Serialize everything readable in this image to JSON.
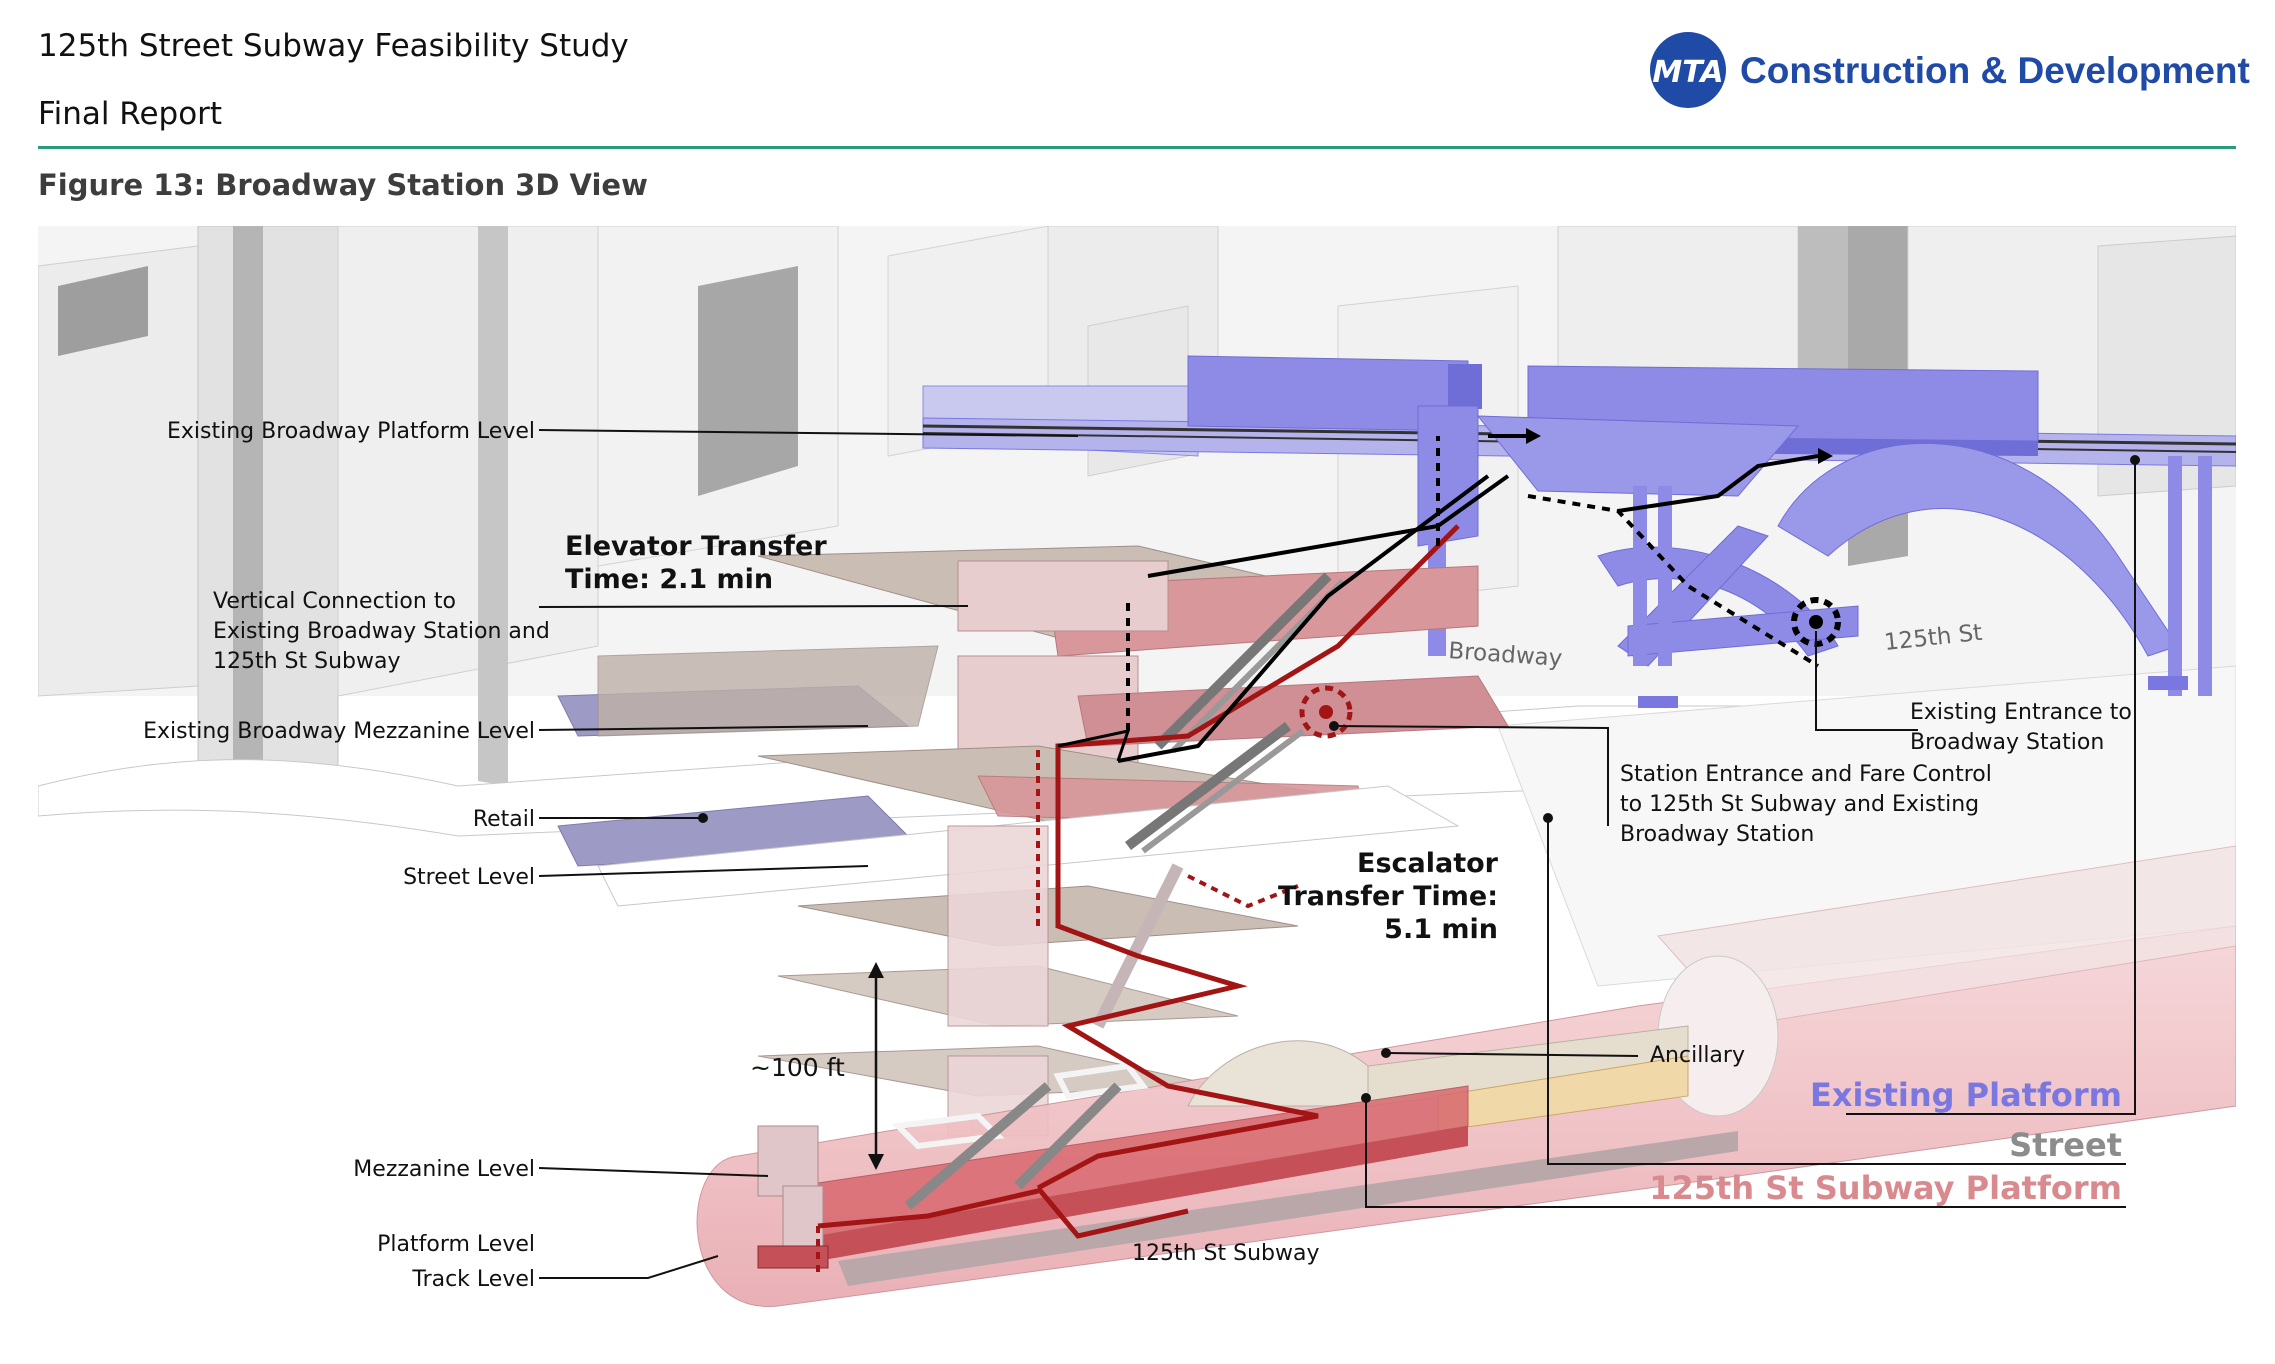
{
  "header": {
    "title": "125th Street Subway Feasibility Study",
    "subtitle": "Final Report",
    "logo_text": "MTA",
    "org_name": "Construction & Development"
  },
  "figure": {
    "caption": "Figure 13: Broadway Station 3D View"
  },
  "labels": {
    "broadway_platform": "Existing Broadway Platform Level",
    "elevator_transfer_1": "Elevator Transfer",
    "elevator_transfer_2": "Time: 2.1 min",
    "vertical_connection_1": "Vertical Connection to",
    "vertical_connection_2": "Existing Broadway Station and",
    "vertical_connection_3": "125th St Subway",
    "broadway_mezzanine": "Existing Broadway Mezzanine Level",
    "retail": "Retail",
    "street_level": "Street Level",
    "escalator_transfer_1": "Escalator",
    "escalator_transfer_2": "Transfer Time:",
    "escalator_transfer_3": "5.1 min",
    "depth": "~100 ft",
    "mezzanine_level": "Mezzanine Level",
    "platform_level": "Platform Level",
    "track_level": "Track Level",
    "subway_125": "125th St Subway",
    "ancillary": "Ancillary",
    "broadway_street": "Broadway",
    "street_125": "125th St",
    "existing_entrance_1": "Existing Entrance to",
    "existing_entrance_2": "Broadway Station",
    "station_entrance_1": "Station Entrance and Fare Control",
    "station_entrance_2": "to 125th St Subway and Existing",
    "station_entrance_3": "Broadway Station"
  },
  "legend": {
    "existing_platform": "Existing Platform",
    "street": "Street",
    "subway_platform": "125th St Subway Platform"
  },
  "colors": {
    "existing_platform": "#7a78e0",
    "street": "#8c8c8c",
    "subway_platform": "#d98a8f",
    "brand_blue": "#1f4aa6",
    "rule": "#2a9a7f",
    "path_red": "#a31515"
  }
}
